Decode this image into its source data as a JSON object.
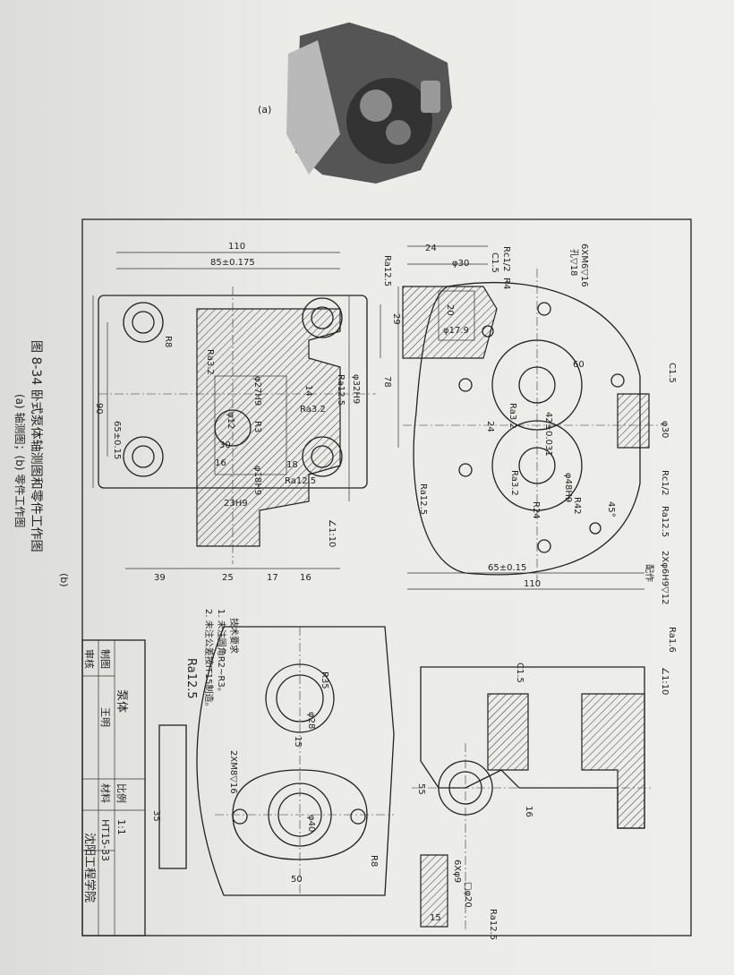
{
  "figure": {
    "caption": "图 8-34  卧式泵体轴测图和零件工作图",
    "subcaption": "(a) 轴测图；(b) 零件工作图",
    "label_a": "(a)",
    "label_b": "(b)"
  },
  "tech_requirements": {
    "title": "技术要求",
    "items": [
      "1. 未注圆角R2~R3。",
      "2. 未注公差按IT15制造。"
    ]
  },
  "roughness_note": "Ra12.5",
  "title_block": {
    "part_name": "泵体",
    "drawn_label": "制图",
    "checked_label": "审核",
    "designer": "王明",
    "scale_label": "比例",
    "scale": "1:1",
    "material_label": "材料",
    "material": "HT15-33",
    "school": "沈阳工程学院"
  },
  "dimensions": {
    "top": [
      "110",
      "85±0.175",
      "65±0.15",
      "90",
      "R8",
      "Ra3.2",
      "φ27H9",
      "φ12",
      "30",
      "R3",
      "16",
      "φ18H9",
      "23H9",
      "18",
      "Ra12.5",
      "φ32H9",
      "14",
      "Ra3.2",
      "Ra12.5",
      "∠1:10",
      "39",
      "25",
      "17",
      "16"
    ],
    "right": [
      "6XM6▽16",
      "孔▽18",
      "24",
      "φ30",
      "Rc1/2",
      "C1.5",
      "R4",
      "20",
      "29",
      "φ17.9",
      "Ra12.5",
      "78",
      "60",
      "C1.5",
      "Ra3.2",
      "42±0.031",
      "24",
      "φ30",
      "Ra3.2",
      "φ48H9",
      "R24",
      "R42",
      "45°",
      "Rc1/2",
      "Ra12.5",
      "2Xφ6H9▽12",
      "配作",
      "Ra12.5",
      "65±0.15",
      "110",
      "Ra1.6"
    ],
    "bottom": [
      "R35",
      "φ28",
      "15",
      "2XM8▽16",
      "φ40",
      "R8",
      "35",
      "50",
      "C1.5",
      "∠1:10",
      "55",
      "16",
      "6Xφ9",
      "□φ20",
      "Ra12.5",
      "15"
    ]
  }
}
